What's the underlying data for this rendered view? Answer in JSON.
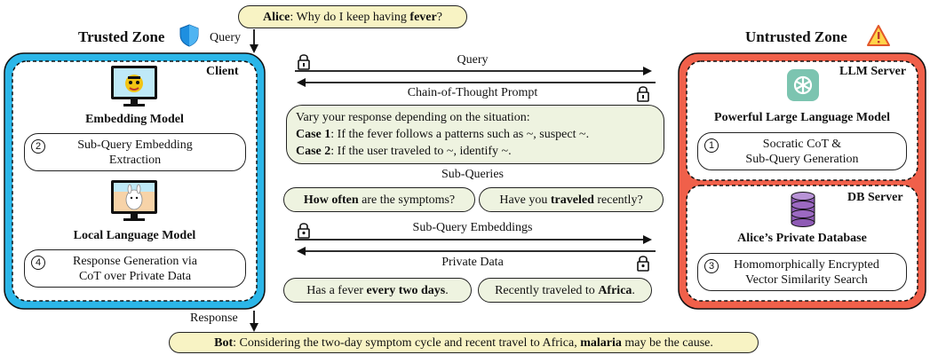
{
  "top_query": {
    "speaker": "Alice",
    "text": ": Why do I keep having ",
    "emph": "fever",
    "tail": "?"
  },
  "trusted_zone": {
    "title": "Trusted Zone",
    "query_label": "Query",
    "response_label": "Response"
  },
  "client": {
    "title": "Client",
    "embedding_model": "Embedding Model",
    "step2": {
      "num": "2",
      "line1": "Sub-Query Embedding",
      "line2": "Extraction"
    },
    "local_model": "Local Language Model",
    "step4": {
      "num": "4",
      "line1": "Response Generation via",
      "line2": "CoT over Private Data"
    }
  },
  "untrusted_zone": {
    "title": "Untrusted Zone"
  },
  "llm_server": {
    "title": "LLM Server",
    "model": "Powerful Large Language Model",
    "step1": {
      "num": "1",
      "line1": "Socratic CoT &",
      "line2": "Sub-Query Generation"
    }
  },
  "db_server": {
    "title": "DB Server",
    "db": "Alice’s Private Database",
    "step3": {
      "num": "3",
      "line1": "Homomorphically Encrypted",
      "line2": "Vector Similarity Search"
    }
  },
  "middle": {
    "query": "Query",
    "cot_prompt": "Chain-of-Thought Prompt",
    "cot_box": {
      "line1": "Vary your response depending on the situation:",
      "case1_label": "Case 1",
      "case1_text": ": If the fever follows a patterns such as ~, suspect ~.",
      "case2_label": "Case 2",
      "case2_text": ": If the user traveled to ~, identify ~."
    },
    "sub_queries": "Sub-Queries",
    "sq1_bold": "How often",
    "sq1_rest": " are the symptoms?",
    "sq2_pre": "Have you ",
    "sq2_bold": "traveled",
    "sq2_rest": " recently?",
    "sub_query_embeddings": "Sub-Query Embeddings",
    "private_data": "Private Data",
    "pd1_pre": "Has a fever ",
    "pd1_bold": "every two days",
    "pd1_rest": ".",
    "pd2_pre": "Recently traveled to ",
    "pd2_bold": "Africa",
    "pd2_rest": "."
  },
  "bot_answer": {
    "speaker": "Bot",
    "text": ": Considering the two-day symptom cycle and recent travel to Africa, ",
    "emph": "malaria",
    "tail": " may be the cause."
  },
  "colors": {
    "trusted_border": "#2bb6e8",
    "untrusted_border": "#f0604a",
    "yellow": "#f8f3c4",
    "green": "#eef3e0"
  }
}
